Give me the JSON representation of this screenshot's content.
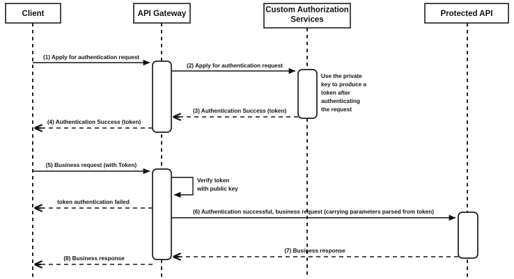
{
  "diagram": {
    "type": "uml-sequence-diagram",
    "title": "API Gateway token authentication sequence",
    "background_color": "#ffffff",
    "line_color": "#111111",
    "box_fill": "#ffffff"
  },
  "participants": [
    {
      "id": "client",
      "label": "Client"
    },
    {
      "id": "gateway",
      "label": "API Gateway"
    },
    {
      "id": "authsvc",
      "label_line1": "Custom Authorization",
      "label_line2": "Services",
      "label": "Custom Authorization Services"
    },
    {
      "id": "api",
      "label": "Protected API"
    }
  ],
  "messages": [
    {
      "seq": "1",
      "label": "(1) Apply for authentication request",
      "from": "client",
      "to": "gateway",
      "style": "solid"
    },
    {
      "seq": "2",
      "label": "(2) Apply for authentication request",
      "from": "gateway",
      "to": "authsvc",
      "style": "solid"
    },
    {
      "seq": "3",
      "label": "(3) Authentication Success (token)",
      "from": "authsvc",
      "to": "gateway",
      "style": "dashed"
    },
    {
      "seq": "4",
      "label": "(4) Authentication Success (token)",
      "from": "gateway",
      "to": "client",
      "style": "dashed"
    },
    {
      "seq": "5",
      "label": "(5) Business request (with Token)",
      "from": "client",
      "to": "gateway",
      "style": "solid"
    },
    {
      "seq": "fail",
      "label": "token authentication failed",
      "from": "gateway",
      "to": "client",
      "style": "dashed"
    },
    {
      "seq": "6",
      "label": "(6) Authentication successful, business request (carrying parameters parsed from token)",
      "from": "gateway",
      "to": "api",
      "style": "solid"
    },
    {
      "seq": "7",
      "label": "(7) Business response",
      "from": "api",
      "to": "gateway",
      "style": "dashed"
    },
    {
      "seq": "8",
      "label": "(8) Business response",
      "from": "gateway",
      "to": "client",
      "style": "dashed"
    }
  ],
  "self_message": {
    "on": "gateway",
    "label_line1": "Verify token",
    "label_line2": "with public key",
    "label": "Verify token with public key"
  },
  "note": {
    "on": "authsvc",
    "lines": [
      "Use the private",
      "key to produce a",
      "token after",
      "authenticating",
      "the request"
    ],
    "text": "Use the private key to produce a token after authenticating the request"
  }
}
